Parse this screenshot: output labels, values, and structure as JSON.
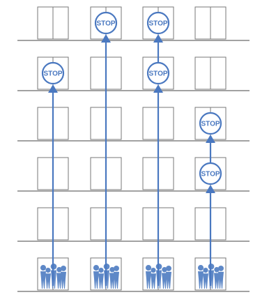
{
  "diagram": {
    "floor_count": 6,
    "shaft_count": 4,
    "colors": {
      "line": "#4a78c0",
      "stop_fill": "#ffffff",
      "stop_stroke": "#4a78c0",
      "door_stroke": "#777777",
      "floor_line": "#444444",
      "people": "#5e88c7"
    },
    "stop_label": "STOP",
    "people_icon": "group-of-people-icon",
    "elevators": [
      {
        "name": "elevator-1",
        "stops": [
          5
        ]
      },
      {
        "name": "elevator-2",
        "stops": [
          6
        ]
      },
      {
        "name": "elevator-3",
        "stops": [
          5,
          6
        ]
      },
      {
        "name": "elevator-4",
        "stops": [
          3,
          4
        ]
      }
    ]
  }
}
